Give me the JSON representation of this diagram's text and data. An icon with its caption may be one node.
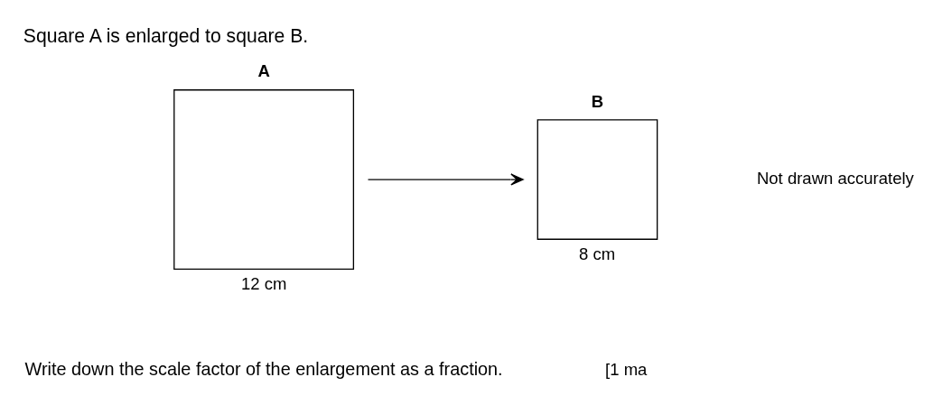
{
  "diagram": {
    "title": "Square A is enlarged to square B.",
    "caption": "Write down the scale factor of the enlargement as a fraction.",
    "nodes": [
      {
        "text": [
          "A"
        ],
        "beside": [
          "12 cm"
        ]
      },
      {
        "text": [
          "B"
        ],
        "beside": [
          "8 cm"
        ]
      }
    ],
    "edges": [
      {
        "from": 0,
        "to": 1,
        "arrow": "to"
      }
    ],
    "labels": [
      "Not drawn accurately",
      "[1 ma"
    ]
  }
}
